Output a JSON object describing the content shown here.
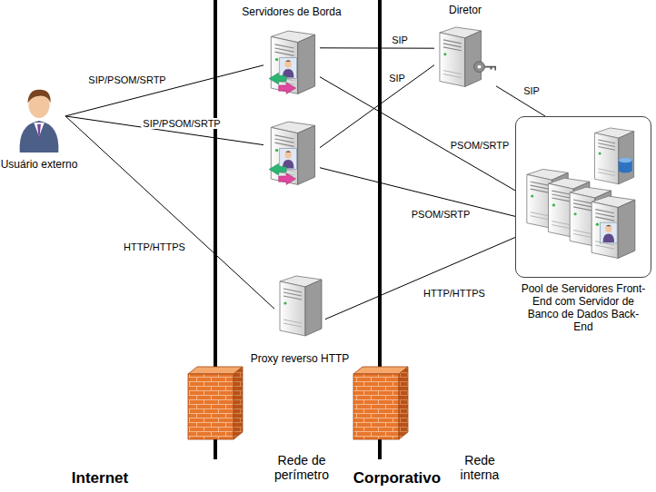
{
  "diagram": {
    "nodes": [
      {
        "text": [
          "Usuário externo"
        ]
      },
      {
        "text": [
          "Servidores de Borda"
        ]
      },
      {
        "text": [
          "Diretor"
        ]
      },
      {
        "text": []
      },
      {
        "text": [
          "Pool de Servidores Front-End com Servidor de Banco de Dados Back-End"
        ]
      },
      {
        "text": [
          "Proxy reverso HTTP"
        ]
      }
    ],
    "edges": [
      {
        "from": 0,
        "to": 1,
        "label": "SIP/PSOM/SRTP",
        "arrow": "none"
      },
      {
        "from": 0,
        "to": 3,
        "label": "SIP/PSOM/SRTP",
        "arrow": "none"
      },
      {
        "from": 0,
        "to": 5,
        "label": "HTTP/HTTPS",
        "arrow": "none"
      },
      {
        "from": 1,
        "to": 2,
        "label": "SIP",
        "arrow": "none"
      },
      {
        "from": 3,
        "to": 2,
        "label": "SIP",
        "arrow": "none"
      },
      {
        "from": 2,
        "to": 4,
        "label": "SIP",
        "arrow": "none"
      },
      {
        "from": 1,
        "to": 4,
        "label": "PSOM/SRTP",
        "arrow": "none"
      },
      {
        "from": 3,
        "to": 4,
        "label": "PSOM/SRTP",
        "arrow": "none"
      },
      {
        "from": 5,
        "to": 4,
        "label": "HTTP/HTTPS",
        "arrow": "none"
      }
    ],
    "labels": [
      "Rede de perímetro",
      "Rede interna",
      "Internet",
      "Corporativo"
    ]
  }
}
